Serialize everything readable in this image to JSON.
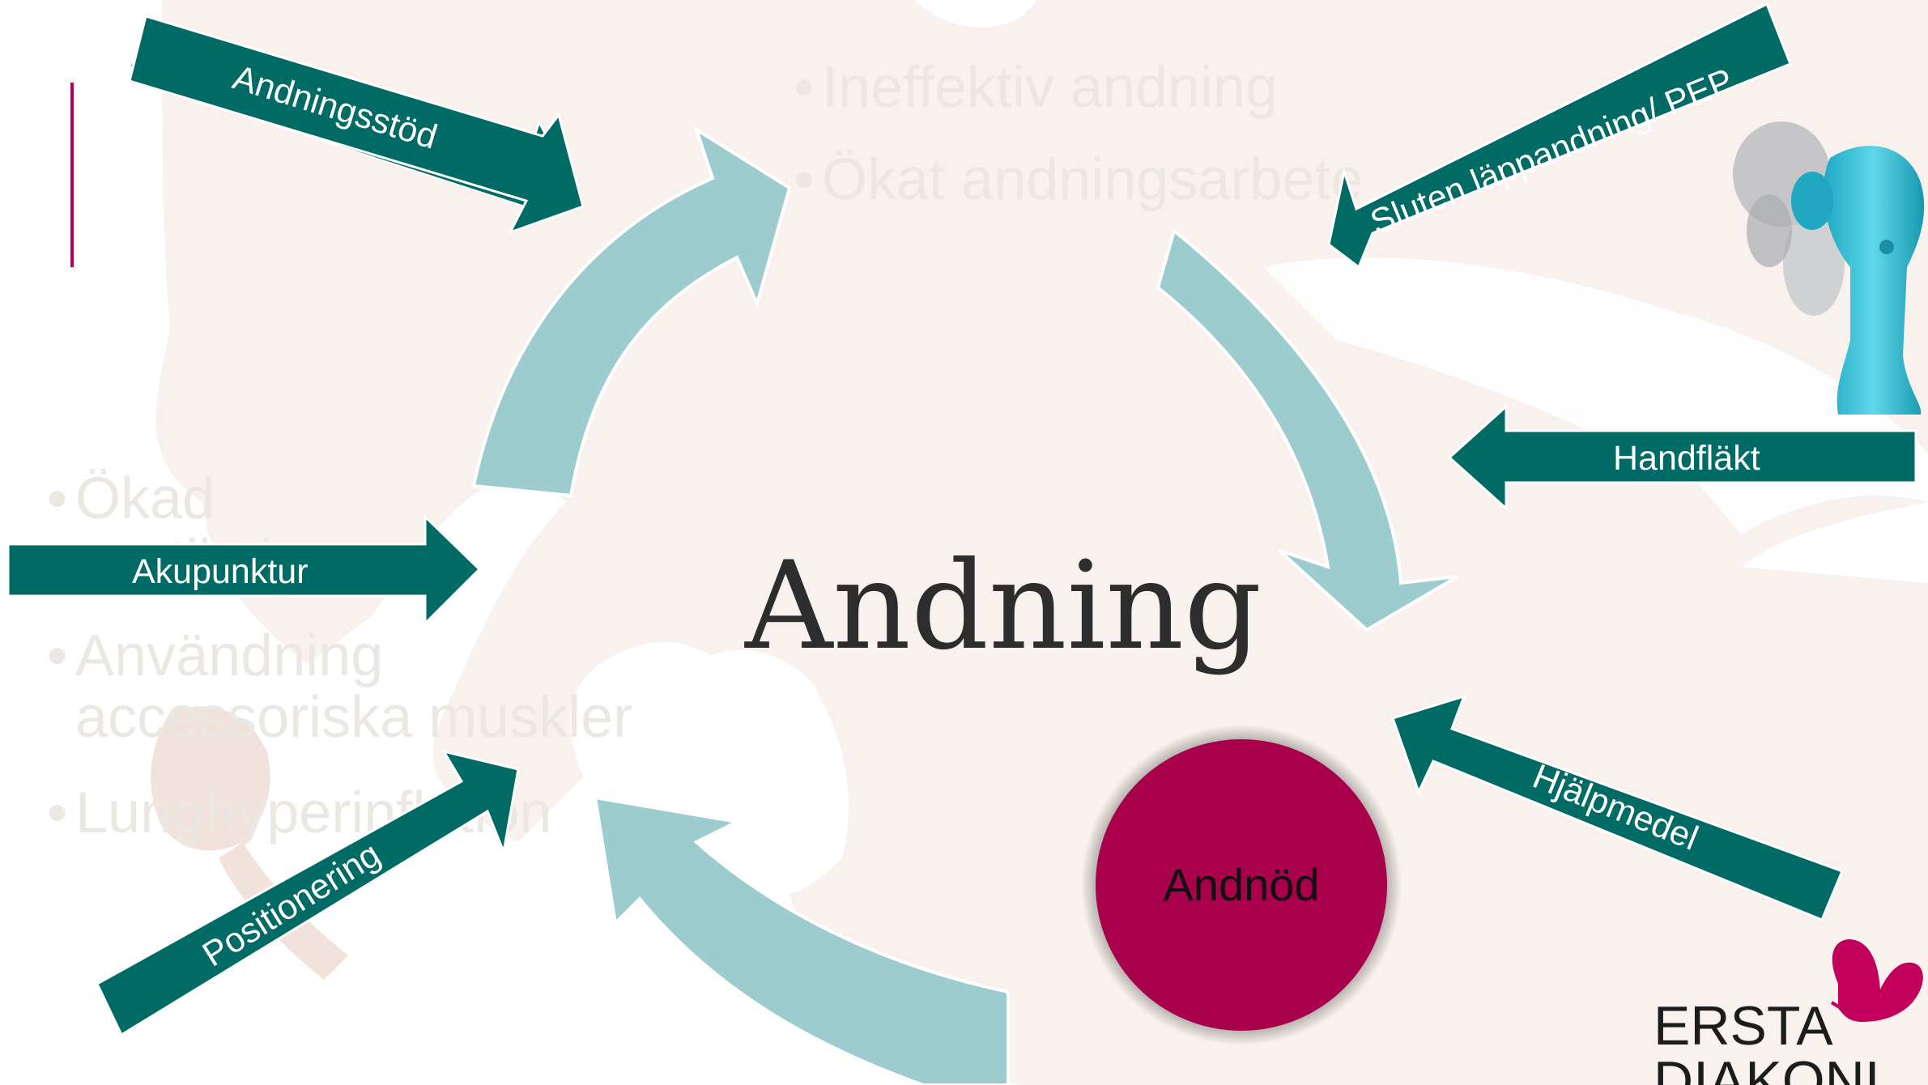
{
  "title": "Andning",
  "circle_label": "Andnöd",
  "bullets_top": [
    "Ineffektiv andning",
    "Ökat andningsarbete"
  ],
  "bullets_left": [
    "Ökad",
    "ventilations",
    "Användning",
    "accessoriska muskler",
    "Lunghyperinflation"
  ],
  "interventions": [
    {
      "name": "andningsstod",
      "label": "Andningsstöd"
    },
    {
      "name": "sluten-lappandning",
      "label": "Sluten läppandning/ PEP"
    },
    {
      "name": "handflakt",
      "label": "Handfläkt"
    },
    {
      "name": "akupunktur",
      "label": "Akupunktur"
    },
    {
      "name": "hjalpmedel",
      "label": "Hjälpmedel"
    },
    {
      "name": "positionering",
      "label": "Positionering"
    }
  ],
  "logo": {
    "line1": "ERSTA",
    "line2": "DIAKONI"
  },
  "colors": {
    "arrow_teal": "#006a64",
    "cycle_light": "#9ccccd",
    "circle_crimson": "#a8004a",
    "background_blob": "#f8f1ed",
    "accent_line": "#b0005a",
    "fan_blue": "#2bbcd3"
  },
  "icons": [
    "hand-fan-icon",
    "butterfly-icon"
  ]
}
